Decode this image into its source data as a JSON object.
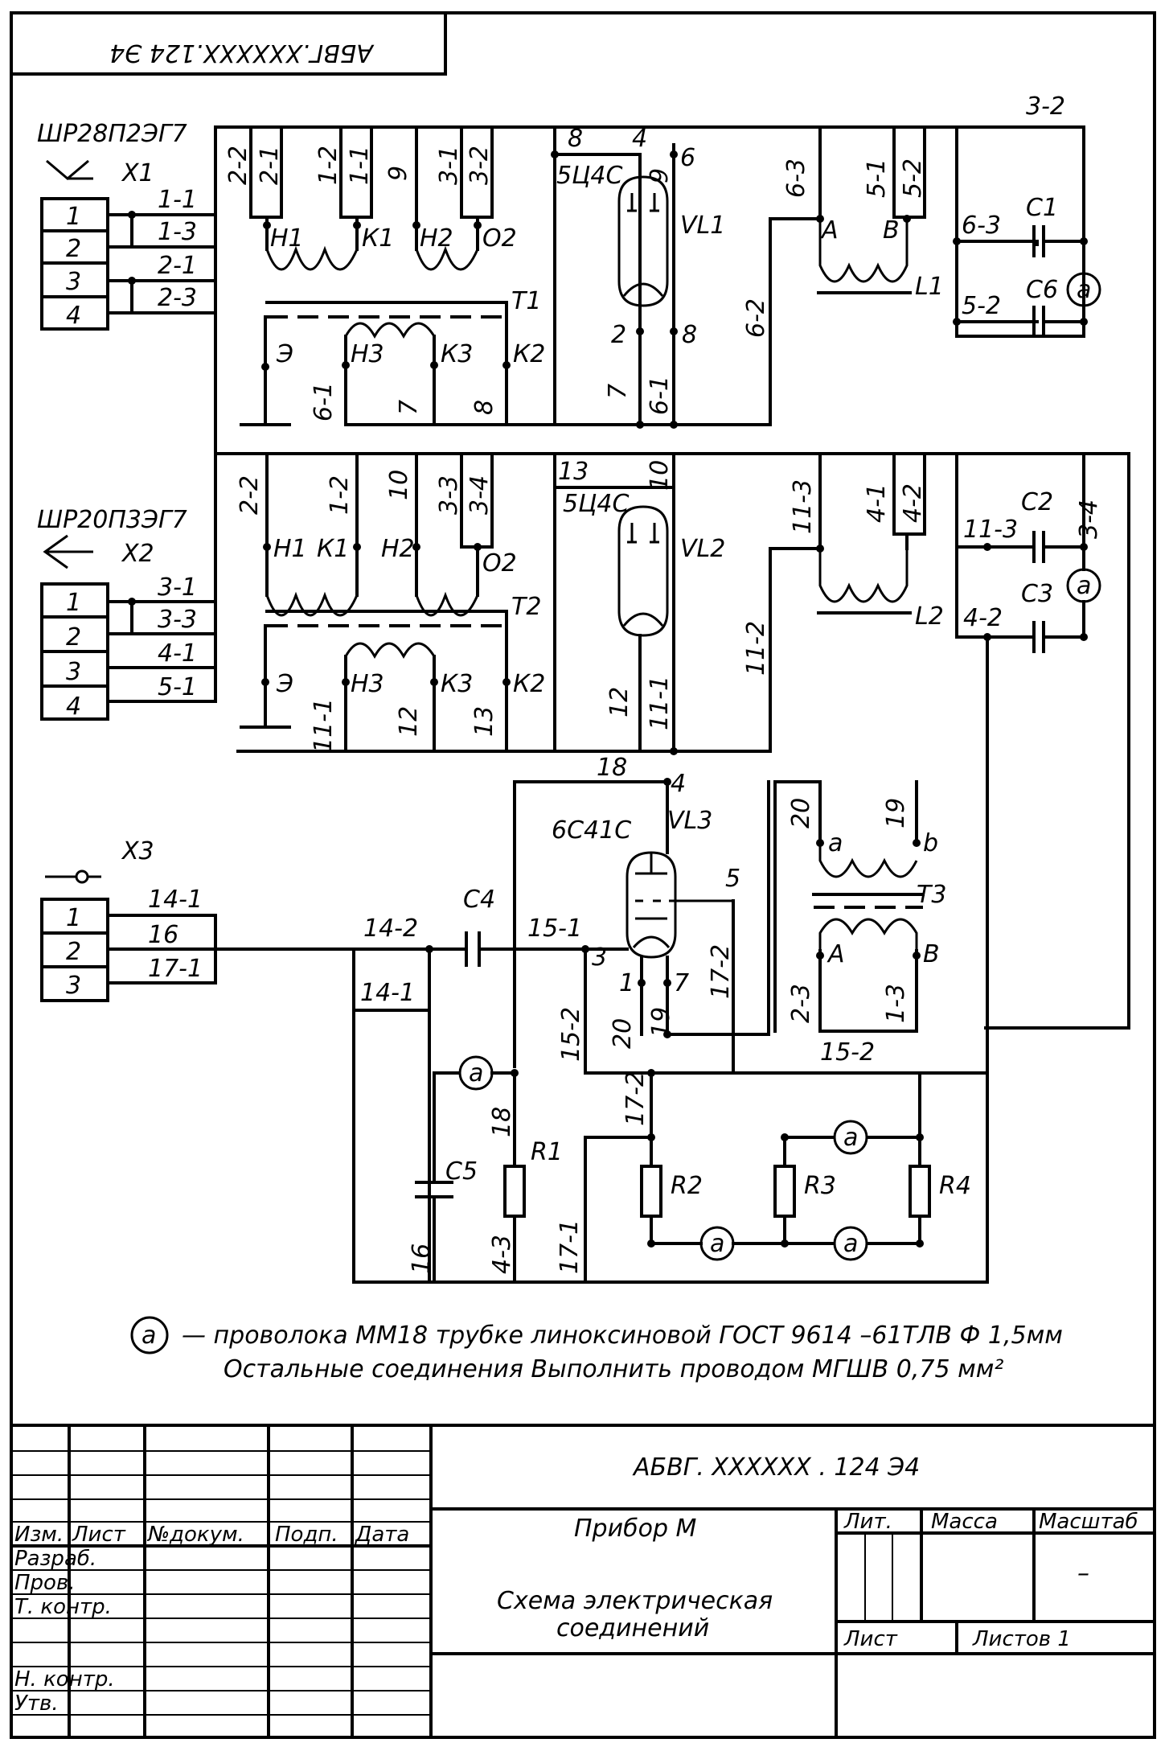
{
  "header_stamp": "АБВГ.XXXXXX.124 Э4",
  "connectors": {
    "x1": {
      "type": "ШР28П2ЭГ7",
      "ref": "X1",
      "pins": [
        "1",
        "2",
        "3",
        "4"
      ],
      "wires": [
        "1-1",
        "1-3",
        "2-1",
        "2-3"
      ]
    },
    "x2": {
      "type": "ШР20П3ЭГ7",
      "ref": "X2",
      "pins": [
        "1",
        "2",
        "3",
        "4"
      ],
      "wires": [
        "3-1",
        "3-3",
        "4-1",
        "5-1"
      ]
    },
    "x3": {
      "ref": "X3",
      "pins": [
        "1",
        "2",
        "3"
      ],
      "wires": [
        "14-1",
        "16",
        "17-1"
      ]
    }
  },
  "block1": {
    "tube": "5Ц4С",
    "tube_ref": "VL1",
    "transformer": "T1",
    "choke": "L1",
    "t_top": [
      "2-2",
      "2-1",
      "1-2",
      "1-1",
      "9",
      "3-1",
      "3-2"
    ],
    "t_taps": [
      "Н1",
      "К1",
      "Н2",
      "О2",
      "Э",
      "Н3",
      "К3",
      "К2"
    ],
    "t_bottom": [
      "6-1",
      "7",
      "8"
    ],
    "tube_pins": [
      "8",
      "4",
      "6",
      "9",
      "2",
      "8",
      "7",
      "6-1"
    ],
    "misc": [
      "6-2",
      "6-3",
      "5-1",
      "5-2",
      "А",
      "В",
      "6-3",
      "5-2",
      "3-2"
    ],
    "caps": [
      "С1",
      "С6"
    ]
  },
  "block2": {
    "tube": "5Ц4С",
    "tube_ref": "VL2",
    "transformer": "T2",
    "choke": "L2",
    "t_top": [
      "2-2",
      "1-2",
      "10",
      "3-3",
      "3-4"
    ],
    "t_taps": [
      "Н1",
      "К1",
      "Н2",
      "О2",
      "Э",
      "Н3",
      "К3",
      "К2"
    ],
    "t_bottom": [
      "11-1",
      "12",
      "13"
    ],
    "tube_pins": [
      "13",
      "10",
      "12",
      "11-1"
    ],
    "misc": [
      "11-2",
      "11-3",
      "4-1",
      "4-2",
      "11-3",
      "3-4",
      "4-2"
    ],
    "caps": [
      "С2",
      "С3"
    ]
  },
  "block3": {
    "tube": "6С41С",
    "tube_ref": "VL3",
    "transformer": "T3",
    "labels": [
      "18",
      "4",
      "5",
      "3",
      "1",
      "7",
      "20",
      "19",
      "17-2",
      "15-1",
      "15-2",
      "14-2",
      "14-1",
      "С4",
      "20",
      "19",
      "а",
      "b",
      "А",
      "В",
      "2-3",
      "1-3",
      "15-2",
      "15-2",
      "17-2",
      "18",
      "16",
      "4-3",
      "17-1"
    ],
    "parts": [
      "R1",
      "R2",
      "R3",
      "R4",
      "С5"
    ]
  },
  "wire_mark": "a",
  "note_line1": "— проволока ММ18 трубке линоксиновой ГОСТ 9614 –61ТЛВ Ф 1,5мм",
  "note_line2": "Остальные соединения Выполнить проводом МГШВ 0,75 мм²",
  "title_block": {
    "doc_number": "АБВГ. XXXXXX . 124 Э4",
    "product": "Прибор М",
    "doc_title_1": "Схема электрическая",
    "doc_title_2": "соединений",
    "col_izm": "Изм.",
    "col_list": "Лист",
    "col_ndoc": "№докум.",
    "col_podp": "Подп.",
    "col_data": "Дата",
    "row_razrab": "Разраб.",
    "row_prov": "Пров.",
    "row_tkontr": "Т. контр.",
    "row_nkontr": "Н. контр.",
    "row_utv": "Утв.",
    "lit": "Лит.",
    "massa": "Масса",
    "masshtab": "Масштаб",
    "scale_value": "–",
    "sheet": "Лист",
    "sheets": "Листов 1"
  }
}
